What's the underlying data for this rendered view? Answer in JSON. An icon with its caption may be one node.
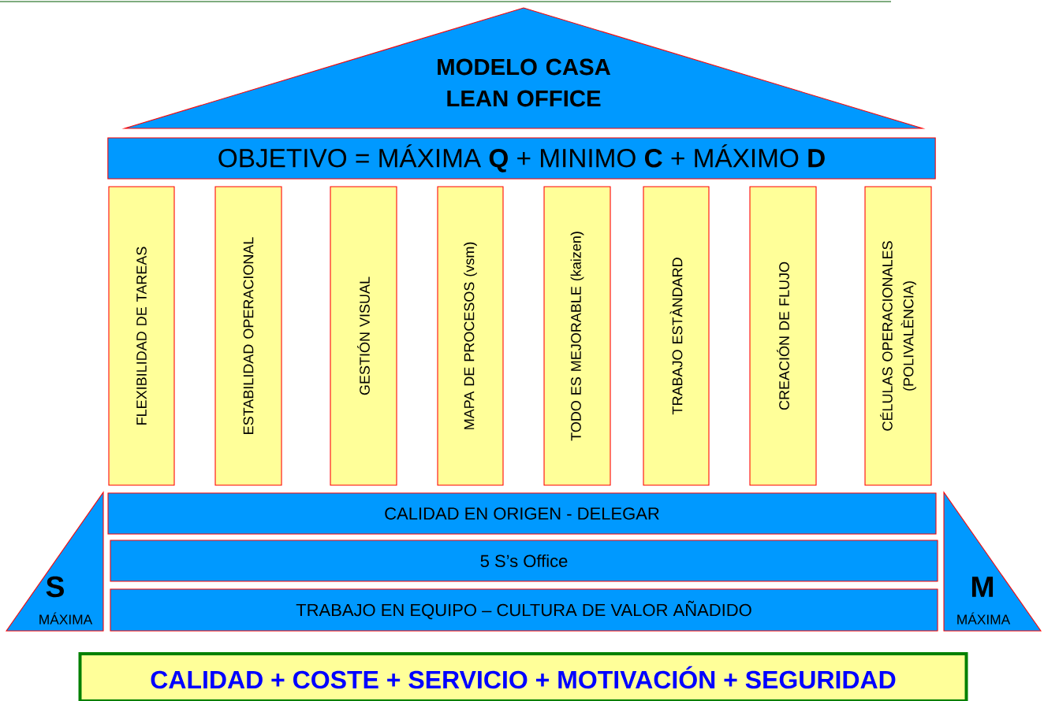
{
  "diagram": {
    "nodes": [
      {
        "text": [
          "MODELO CASA LEAN OFFICE"
        ]
      },
      {
        "text": [
          "OBJETIVO =  MÁXIMA **Q** + MINIMO **C** + MÁXIMO **D**"
        ]
      },
      {
        "text": [
          "FLEXIBILIDAD DE TAREAS"
        ]
      },
      {
        "text": [
          "ESTABILIDAD OPERACIONAL"
        ]
      },
      {
        "text": [
          "GESTIÓN VISUAL"
        ]
      },
      {
        "text": [
          "MAPA DE PROCESOS (vsm)"
        ]
      },
      {
        "text": [
          "TODO ES MEJORABLE (kaizen)"
        ]
      },
      {
        "text": [
          "TRABAJO ESTÀNDARD"
        ]
      },
      {
        "text": [
          "CREACIÓN DE FLUJO"
        ]
      },
      {
        "text": [
          "CÉLULAS OPERACIONALES (POLIVALÈNCIA)"
        ]
      },
      {
        "text": [
          "CALIDAD EN ORIGEN - DELEGAR"
        ]
      },
      {
        "text": [
          "5 S’s Office"
        ]
      },
      {
        "text": [
          "TRABAJO EN EQUIPO – CULTURA DE VALOR AÑADIDO"
        ]
      },
      {
        "text": [
          "S",
          "MÁXIMA"
        ]
      },
      {
        "text": [
          "M",
          "MÁXIMA"
        ]
      },
      {
        "text": [
          "CALIDAD + COSTE + SERVICIO + MOTIVACIÓN + SEGURIDAD"
        ]
      }
    ]
  }
}
